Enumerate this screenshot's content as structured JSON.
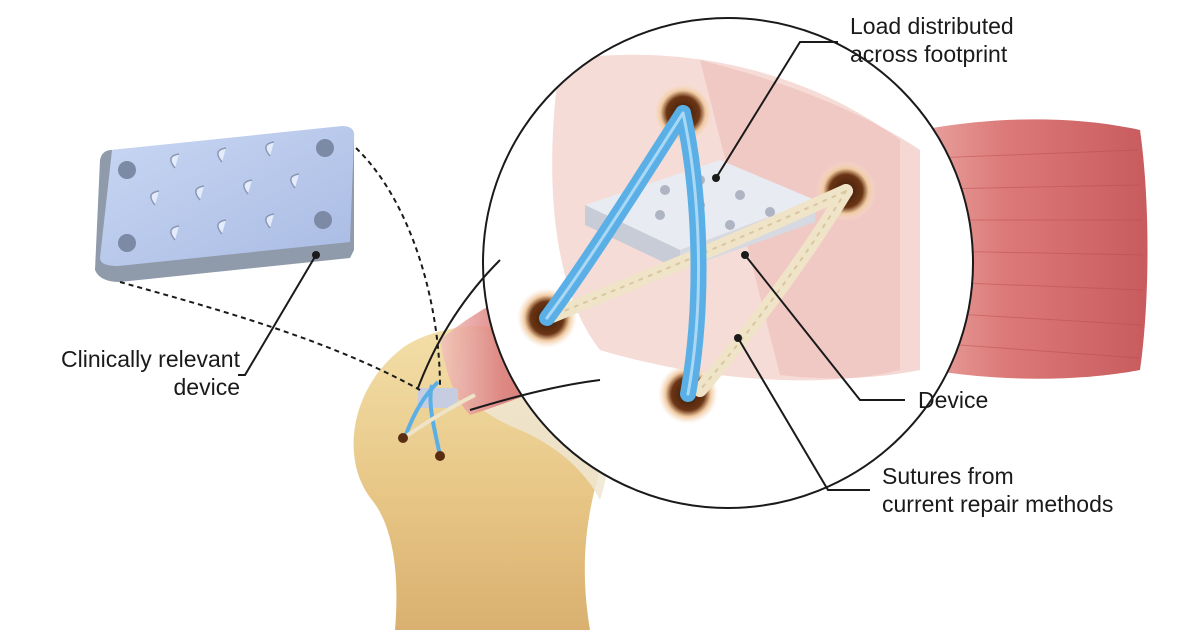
{
  "labels": {
    "load": {
      "line1": "Load distributed",
      "line2": "across footprint"
    },
    "clinical": {
      "line1": "Clinically relevant",
      "line2": "device"
    },
    "device": "Device",
    "sutures": {
      "line1": "Sutures from",
      "line2": "current repair methods"
    }
  },
  "colors": {
    "device": "#b8c8ec",
    "device_side": "#8f9aaa",
    "bone": "#e8c98a",
    "tendon": "#f3d6d2",
    "muscle": "#d96f70",
    "suture_blue": "#5ab0e6",
    "suture_white": "#efe3c8",
    "leader_line": "#1a1a1a"
  },
  "icons": [
    "device-illustration",
    "humerus-bone-illustration",
    "rotator-cuff-muscle-illustration",
    "magnified-circle",
    "suture-anchor-hole"
  ]
}
